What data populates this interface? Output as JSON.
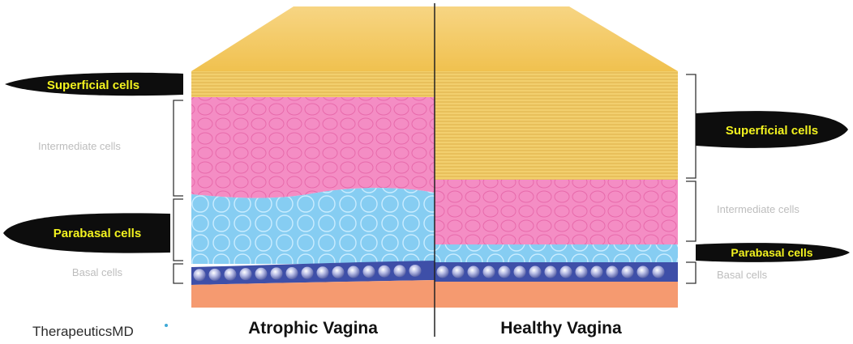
{
  "diagram": {
    "left_panel": {
      "caption": "Atrophic Vagina",
      "labels": {
        "superficial": "Superficial cells",
        "intermediate": "Intermediate cells",
        "parabasal": "Parabasal cells",
        "basal": "Basal cells"
      }
    },
    "right_panel": {
      "caption": "Healthy Vagina",
      "labels": {
        "superficial": "Superficial cells",
        "intermediate": "Intermediate cells",
        "parabasal": "Parabasal cells",
        "basal": "Basal cells"
      }
    },
    "colors": {
      "top_surface": "#f5c864",
      "superficial": "#f2cf6e",
      "intermediate": "#f48dc4",
      "parabasal": "#86cdf2",
      "basal": "#3e4fa8",
      "submucosa": "#f59a70",
      "pill": "#0d0d0d",
      "pill_text": "#f2f21f"
    }
  },
  "logo": {
    "text_main": "Therapeutics",
    "text_suffix": "MD"
  }
}
